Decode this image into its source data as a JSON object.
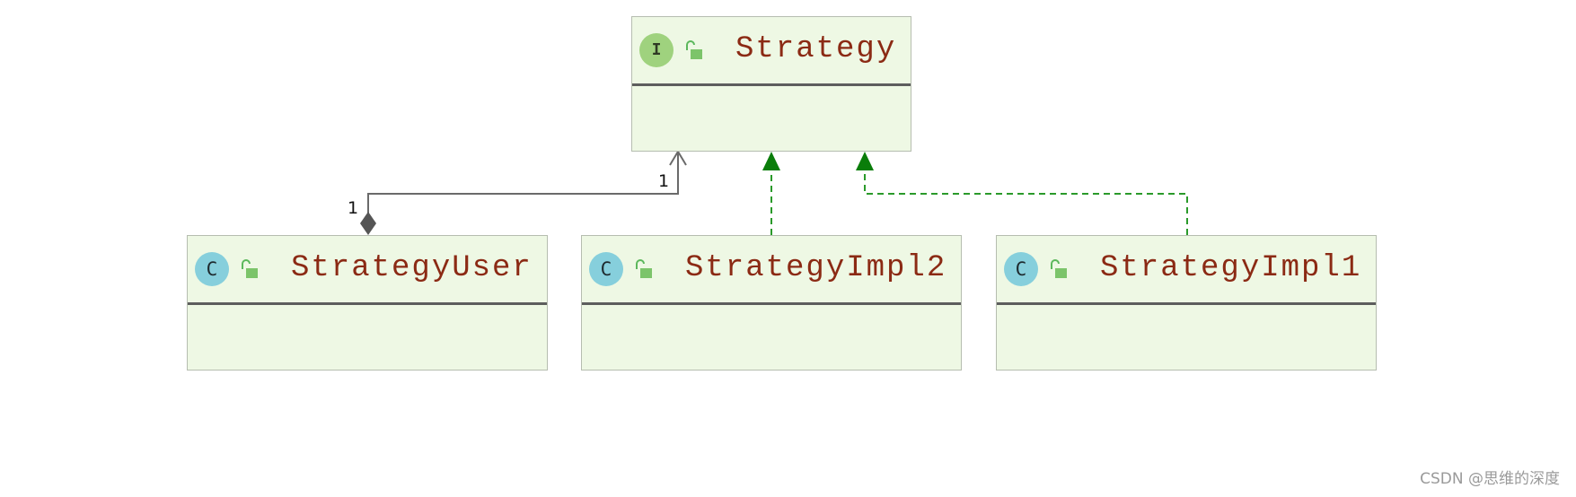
{
  "diagram": {
    "classes": [
      {
        "id": "strategy",
        "kind": "interface",
        "badge": "I",
        "name": "Strategy",
        "lock_icon": "unlocked-lock-icon"
      },
      {
        "id": "strategy-user",
        "kind": "class",
        "badge": "C",
        "name": "StrategyUser",
        "lock_icon": "unlocked-lock-icon"
      },
      {
        "id": "strategy-impl2",
        "kind": "class",
        "badge": "C",
        "name": "StrategyImpl2",
        "lock_icon": "unlocked-lock-icon"
      },
      {
        "id": "strategy-impl1",
        "kind": "class",
        "badge": "C",
        "name": "StrategyImpl1",
        "lock_icon": "unlocked-lock-icon"
      }
    ],
    "relations": [
      {
        "type": "composition-navigable",
        "from": "StrategyUser",
        "to": "Strategy",
        "from_multiplicity": "1",
        "to_multiplicity": "1"
      },
      {
        "type": "realization",
        "from": "StrategyImpl2",
        "to": "Strategy"
      },
      {
        "type": "realization",
        "from": "StrategyImpl1",
        "to": "Strategy"
      }
    ]
  },
  "colors": {
    "box_fill": "#eef8e4",
    "box_border": "#b6bdb0",
    "class_name": "#8b2a14",
    "interface_badge": "#9fd27e",
    "class_badge": "#86cfdc",
    "realization_line": "#2a9a2a",
    "realization_arrow": "#0a7d0a",
    "association_line": "#6a6a6a"
  },
  "watermark": "CSDN @思维的深度"
}
